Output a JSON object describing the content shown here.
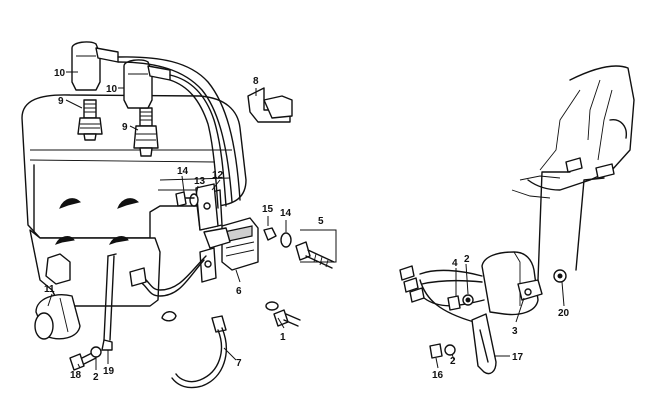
{
  "callouts": {
    "c1": "1",
    "c2a": "2",
    "c2b": "2",
    "c2c": "2",
    "c3": "3",
    "c4": "4",
    "c5": "5",
    "c6": "6",
    "c7": "7",
    "c8": "8",
    "c9a": "9",
    "c9b": "9",
    "c10a": "10",
    "c10b": "10",
    "c11": "11",
    "c12": "12",
    "c13": "13",
    "c14a": "14",
    "c14b": "14",
    "c15": "15",
    "c16": "16",
    "c17": "17",
    "c18": "18",
    "c19": "19",
    "c20": "20"
  }
}
